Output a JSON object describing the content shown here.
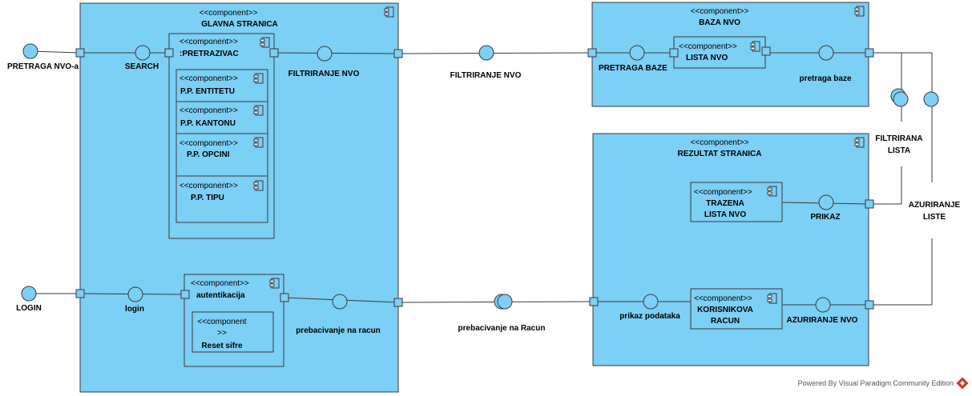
{
  "stereotype": "<<component>>",
  "components": {
    "glavna": "GLAVNA STRANICA",
    "pretrazivac": ":PRETRAZIVAC",
    "entitetu": "P.P. ENTITETU",
    "kantonu": "P.P. KANTONU",
    "opcini": "P.P. OPCINI",
    "tipu": "P.P. TIPU",
    "autentikacija": "autentikacija",
    "reset_stereo_1": "<<component",
    "reset_stereo_2": ">>",
    "reset": "Reset sifre",
    "baza": "BAZA NVO",
    "lista": "LISTA NVO",
    "rezultat": "REZULTAT STRANICA",
    "trazena_1": "TRAZENA",
    "trazena_2": "LISTA NVO",
    "korisnikova_1": "KORISNIKOVA",
    "korisnikova_2": "RACUN"
  },
  "labels": {
    "pretraga_nvo_a": "PRETRAGA NVO-a",
    "search": "SEARCH",
    "filtriranje_inner": "FILTRIRANJE NVO",
    "filtriranje_outer": "FILTRIRANJE NVO",
    "pretraga_baze_caps": "PRETRAGA BAZE",
    "pretraga_baze": "pretraga baze",
    "filtrirana_1": "FILTRIRANA",
    "filtrirana_2": "LISTA",
    "azuriranje_1": "AZURIRANJE",
    "azuriranje_2": "LISTE",
    "prikaz": "PRIKAZ",
    "login_caps": "LOGIN",
    "login": "login",
    "prebacivanje_racun": "prebacivanje na racun",
    "prebacivanje_Racun": "prebacivanje na Racun",
    "prikaz_podataka": "prikaz podataka",
    "azuriranje_nvo": "AZURIRANJE NVO"
  },
  "footer": "Powered By  Visual Paradigm Community Edition"
}
